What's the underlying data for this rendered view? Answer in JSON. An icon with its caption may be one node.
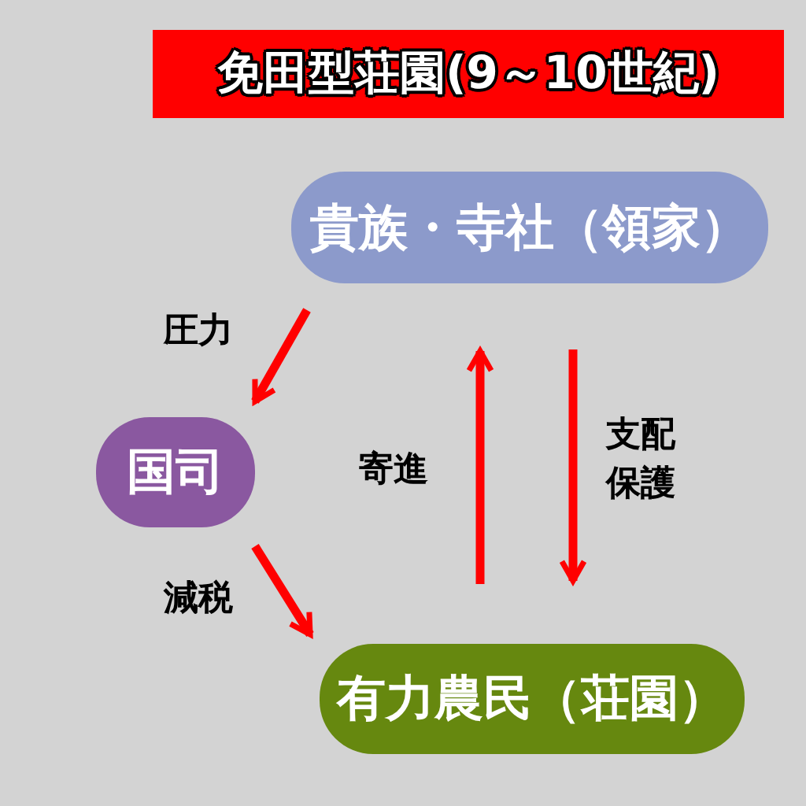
{
  "diagram": {
    "title": "免田型荘園(9～10世紀)",
    "nodes": [
      {
        "text": [
          "貴族・寺社（領家）"
        ]
      },
      {
        "text": [
          "国司"
        ]
      },
      {
        "text": [
          "有力農民（荘園）"
        ]
      }
    ],
    "edges": [
      {
        "from": 0,
        "to": 1,
        "arrow": "to",
        "label": "圧力",
        "color": "#ff0000"
      },
      {
        "from": 1,
        "to": 2,
        "arrow": "to",
        "label": "減税",
        "color": "#ff0000"
      },
      {
        "from": 2,
        "to": 0,
        "arrow": "to",
        "label": "寄進",
        "color": "#ff0000"
      },
      {
        "from": 0,
        "to": 2,
        "arrow": "to",
        "label": "支配保護",
        "color": "#ff0000"
      }
    ]
  }
}
